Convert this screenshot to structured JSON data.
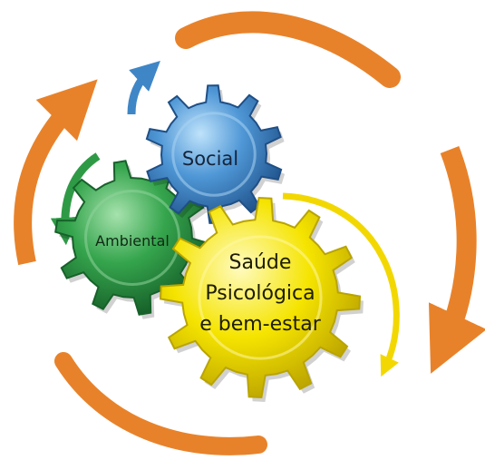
{
  "diagram": {
    "gears": [
      {
        "id": "social",
        "label": "Social",
        "color": "#3f86c6",
        "dark": "#1f4f86",
        "light": "#a9d3f2"
      },
      {
        "id": "ambiental",
        "label": "Ambiental",
        "color": "#2f9a46",
        "dark": "#17622a",
        "light": "#8fd49a"
      },
      {
        "id": "saude",
        "lines": [
          "Saúde",
          "Psicológica",
          "e bem-estar"
        ],
        "color": "#f2e000",
        "dark": "#b9a400",
        "light": "#fff7a0"
      }
    ],
    "arrow_colors": {
      "outer": "#e8822a",
      "social": "#3f86c6",
      "ambiental": "#2f9a46",
      "saude": "#f2d800"
    }
  }
}
